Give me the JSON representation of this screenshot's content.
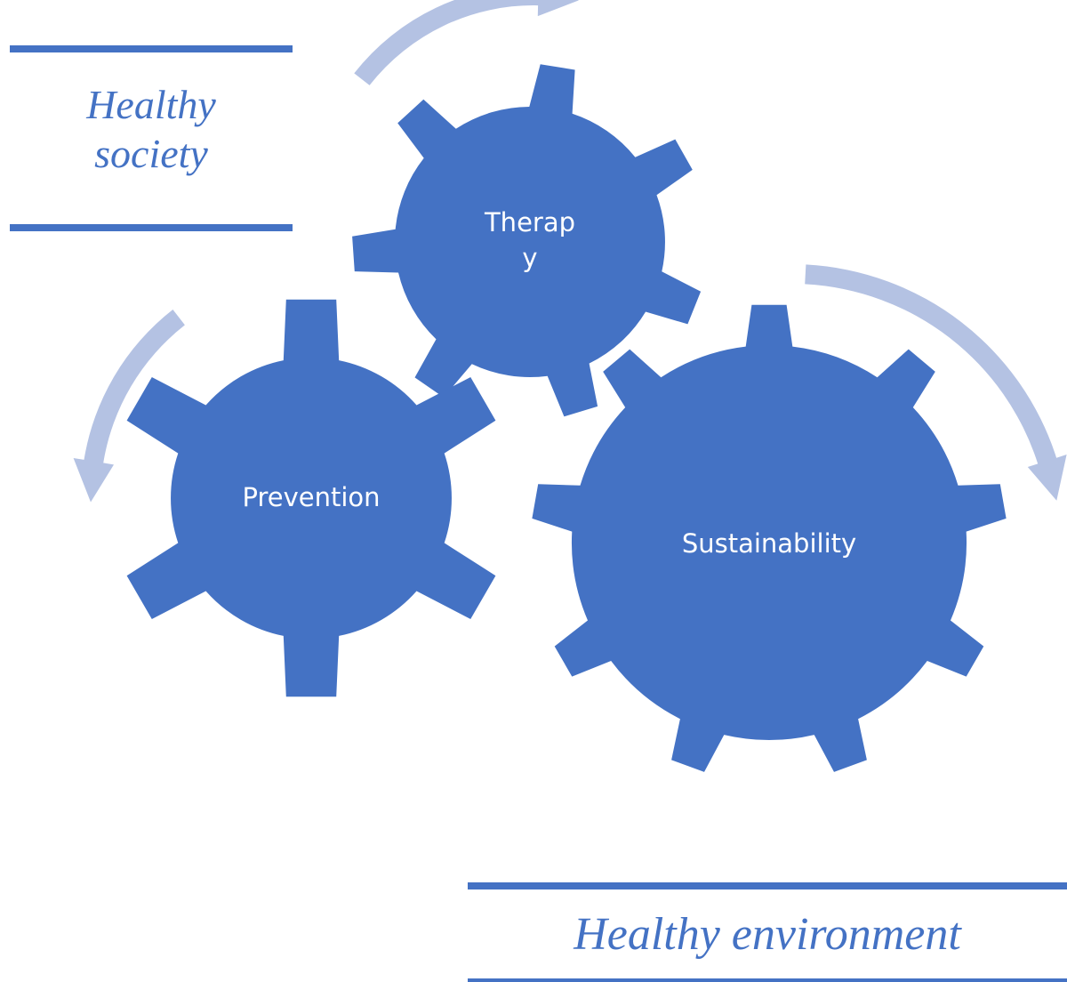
{
  "colors": {
    "gear_fill": "#4472C4",
    "arrow_fill": "#B4C2E3",
    "heading_text": "#4472C4",
    "rule_line": "#4472C4",
    "label_text": "#ffffff"
  },
  "headings": {
    "society_line1": "Healthy",
    "society_line2": "society",
    "environment": "Healthy environment"
  },
  "gears": {
    "therapy": {
      "label_line1": "Therap",
      "label_line2": "y"
    },
    "prevention": {
      "label": "Prevention"
    },
    "sustainability": {
      "label": "Sustainability"
    }
  },
  "arrows": [
    {
      "name": "circular-arrow-icon",
      "direction": "clockwise"
    },
    {
      "name": "circular-arrow-icon",
      "direction": "counter-clockwise"
    },
    {
      "name": "circular-arrow-icon",
      "direction": "clockwise"
    }
  ]
}
